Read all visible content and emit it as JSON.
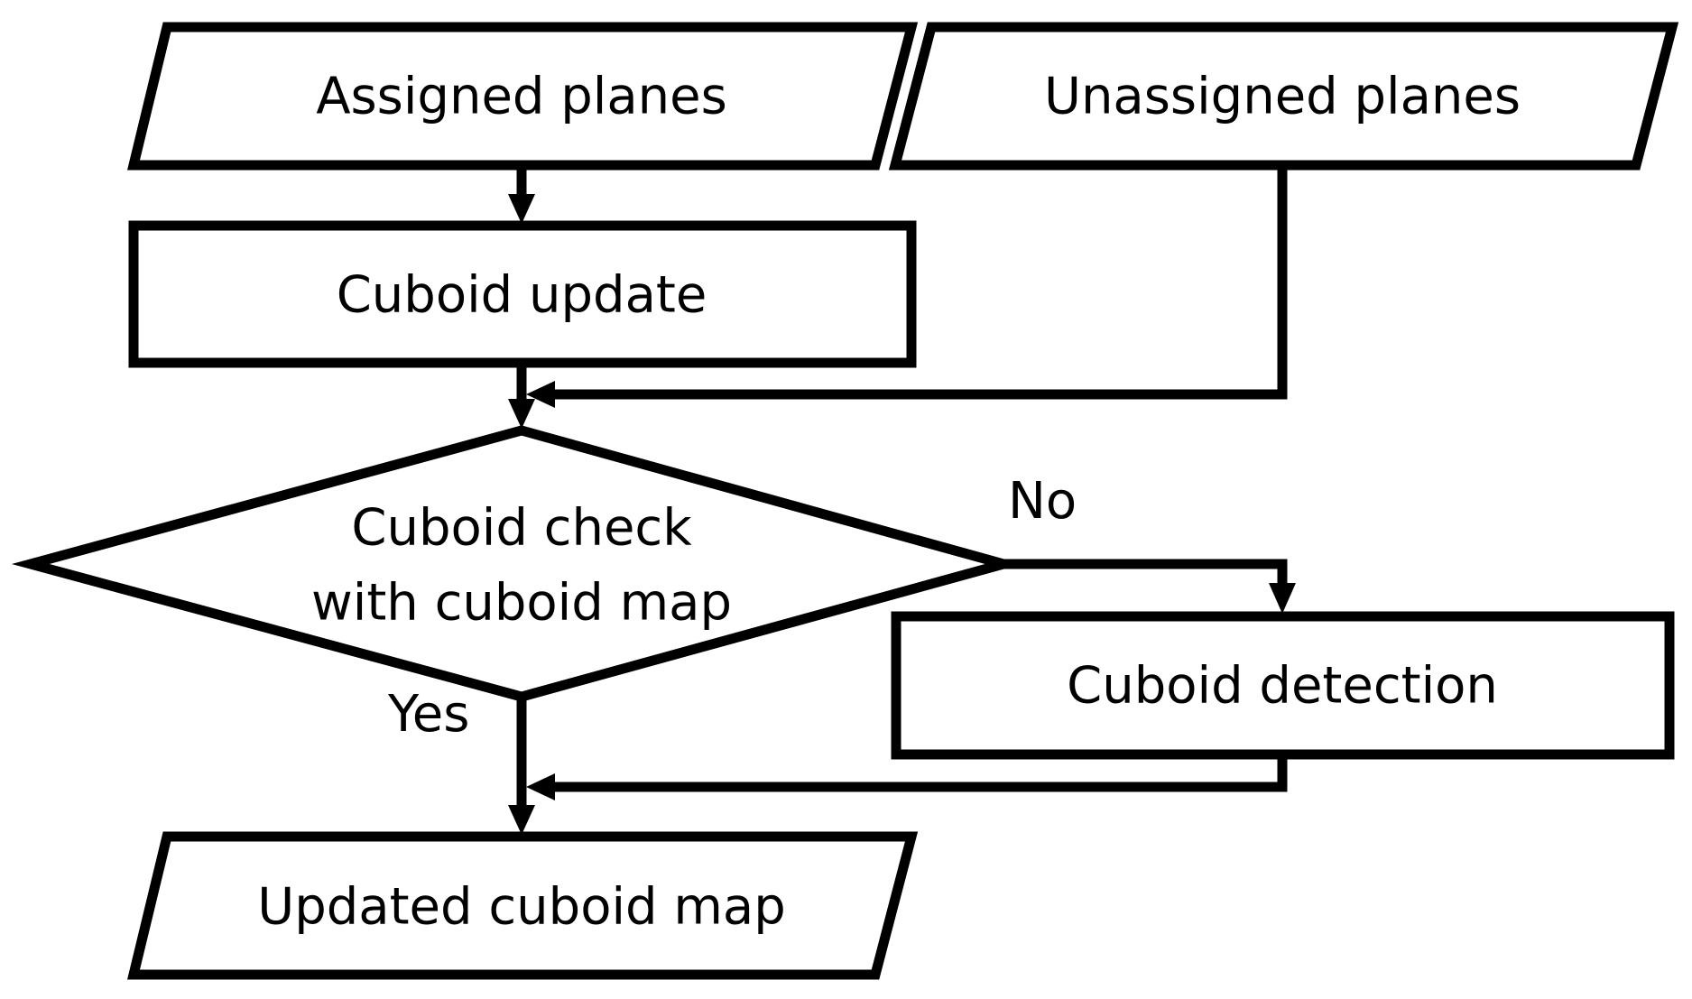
{
  "nodes": {
    "assigned_planes": "Assigned planes",
    "unassigned_planes": "Unassigned planes",
    "cuboid_update": "Cuboid update",
    "cuboid_check": [
      "Cuboid check",
      "with cuboid map"
    ],
    "cuboid_detection": "Cuboid detection",
    "updated_cuboid_map": "Updated cuboid map"
  },
  "edge_labels": {
    "no": "No",
    "yes": "Yes"
  },
  "colors": {
    "stroke": "#000000",
    "fill": "#ffffff",
    "background": "#ffffff"
  }
}
